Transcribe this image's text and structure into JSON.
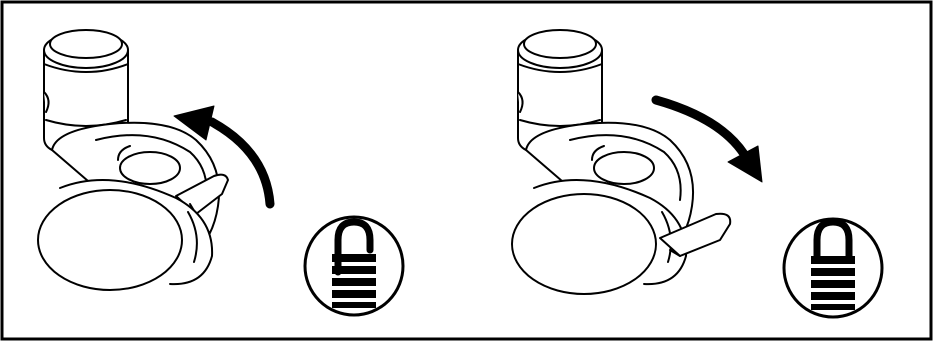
{
  "panels": [
    {
      "id": "unlock",
      "caster": "caster-wheel",
      "arrow": "counterclockwise-arrow",
      "lock_icon": "padlock-unlocked-icon",
      "state": "unlocked"
    },
    {
      "id": "lock",
      "caster": "caster-wheel",
      "arrow": "clockwise-arrow",
      "lock_icon": "padlock-locked-icon",
      "state": "locked"
    }
  ],
  "colors": {
    "stroke": "#000000",
    "fill": "#ffffff",
    "shade": "#e6e6e6"
  }
}
